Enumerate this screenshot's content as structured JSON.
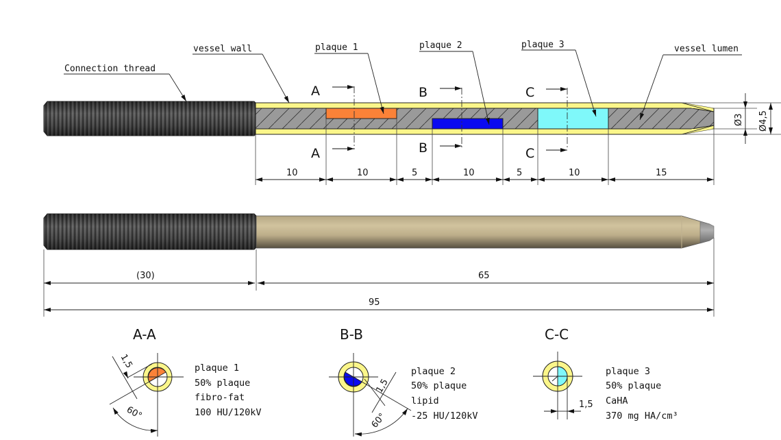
{
  "title": "Vessel phantom insert – technical drawing",
  "colors": {
    "vessel_wall": "#fbf68a",
    "lumen": "#9a9a9a",
    "plaque_1": "#fb8238",
    "plaque_2": "#0a0af0",
    "plaque_3": "#7ff8fa",
    "thread": "#4a4a4a",
    "body_3d": "#cbbb95",
    "tip_3d": "#9a9a9a"
  },
  "callouts": {
    "connection_thread": "Connection thread",
    "vessel_wall": "vessel wall",
    "plaque_1": "plaque 1",
    "plaque_2": "plaque 2",
    "plaque_3": "plaque 3",
    "vessel_lumen": "vessel lumen"
  },
  "cut_markers": {
    "a": "A",
    "b": "B",
    "c": "C"
  },
  "segments_mm": [
    {
      "label": "10",
      "value": 10,
      "content": "lumen"
    },
    {
      "label": "10",
      "value": 10,
      "content": "plaque_1"
    },
    {
      "label": "5",
      "value": 5,
      "content": "lumen"
    },
    {
      "label": "10",
      "value": 10,
      "content": "plaque_2"
    },
    {
      "label": "5",
      "value": 5,
      "content": "lumen"
    },
    {
      "label": "10",
      "value": 10,
      "content": "plaque_3"
    },
    {
      "label": "15",
      "value": 15,
      "content": "lumen"
    }
  ],
  "diameters": {
    "inner": "Ø3",
    "outer": "Ø4,5"
  },
  "overall_dims": {
    "thread_length": "(30)",
    "body_length": "65",
    "total_length": "95"
  },
  "sections": [
    {
      "title": "A-A",
      "dim_thickness": "1,5",
      "dim_angle": "60°",
      "lines": [
        "plaque 1",
        "50% plaque",
        "fibro-fat",
        "100 HU/120kV"
      ]
    },
    {
      "title": "B-B",
      "dim_thickness": "1,5",
      "dim_angle": "60°",
      "lines": [
        "plaque 2",
        "50% plaque",
        "lipid",
        "-25 HU/120kV"
      ]
    },
    {
      "title": "C-C",
      "dim_thickness": "1,5",
      "lines": [
        "plaque 3",
        "50% plaque",
        "CaHA",
        "370 mg HA/cm³"
      ]
    }
  ]
}
